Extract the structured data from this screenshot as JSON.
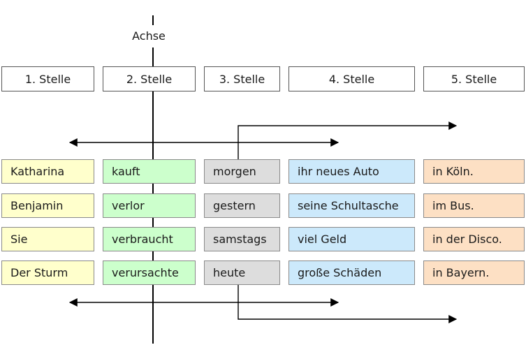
{
  "axis_label": "Achse",
  "headers": [
    "1. Stelle",
    "2. Stelle",
    "3. Stelle",
    "4. Stelle",
    "5. Stelle"
  ],
  "rows": [
    [
      "Katharina",
      "kauft",
      "morgen",
      "ihr neues Auto",
      "in Köln."
    ],
    [
      "Benjamin",
      "verlor",
      "gestern",
      "seine Schultasche",
      "im Bus."
    ],
    [
      "Sie",
      "verbraucht",
      "samstags",
      "viel Geld",
      "in der Disco."
    ],
    [
      "Der Sturm",
      "verursachte",
      "heute",
      "große Schäden",
      "in Bayern."
    ]
  ],
  "column_colors": [
    "#ffffcc",
    "#ccffcc",
    "#dddddd",
    "#cce9fb",
    "#fde0c4"
  ]
}
